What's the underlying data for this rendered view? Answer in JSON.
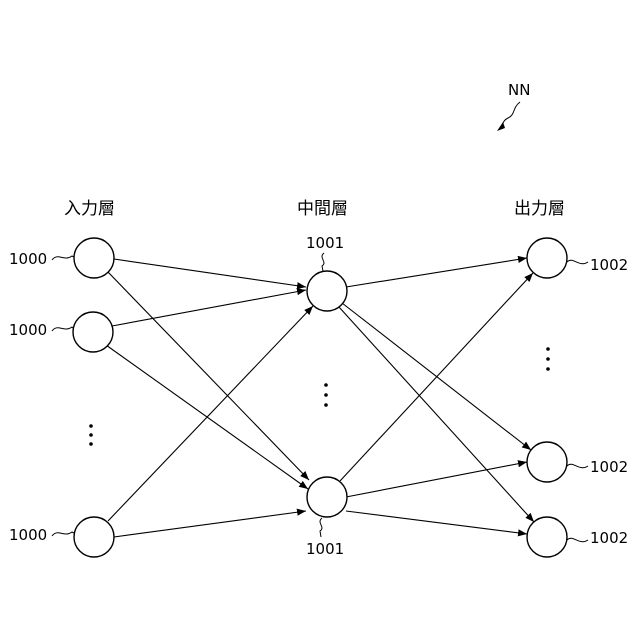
{
  "figure_label": "NN",
  "layers": {
    "input": {
      "title": "入力層",
      "node_label": "1000"
    },
    "hidden": {
      "title": "中間層",
      "node_label": "1001"
    },
    "output": {
      "title": "出力層",
      "node_label": "1002"
    }
  }
}
